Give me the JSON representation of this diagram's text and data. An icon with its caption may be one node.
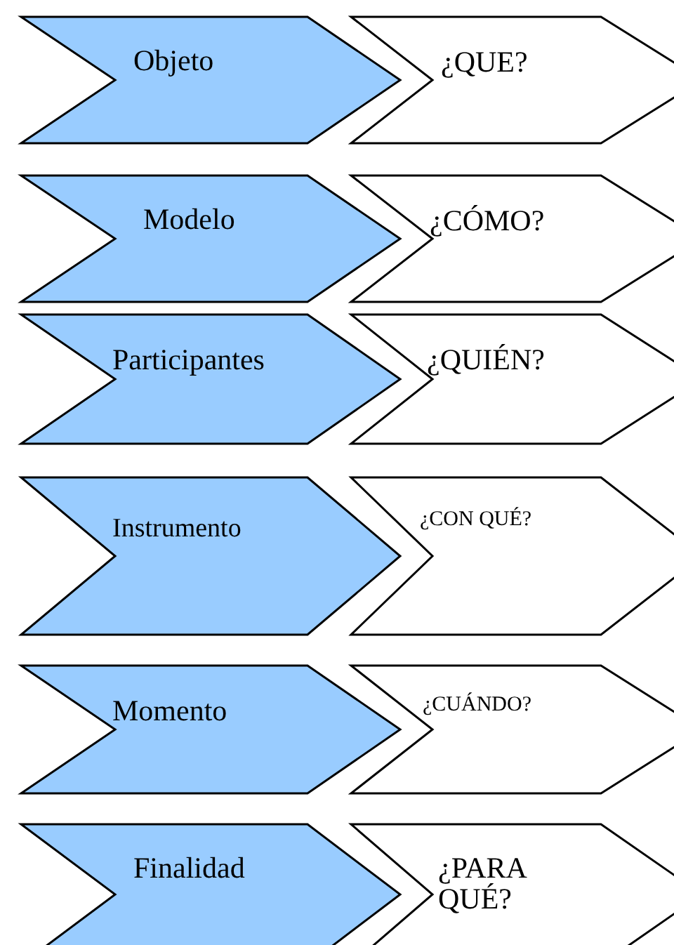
{
  "diagram": {
    "nodes": [
      {
        "text": [
          "Objeto"
        ]
      },
      {
        "text": [
          "¿QUE?"
        ]
      },
      {
        "text": [
          "Modelo"
        ]
      },
      {
        "text": [
          "¿CÓMO?"
        ]
      },
      {
        "text": [
          "Participantes"
        ]
      },
      {
        "text": [
          "¿QUIÉN?"
        ]
      },
      {
        "text": [
          "Instrumento"
        ]
      },
      {
        "text": [
          "¿CON QUÉ?"
        ]
      },
      {
        "text": [
          "Momento"
        ]
      },
      {
        "text": [
          "¿CUÁNDO?"
        ]
      },
      {
        "text": [
          "Finalidad"
        ]
      },
      {
        "text": [
          "¿PARA QUÉ?"
        ]
      }
    ]
  }
}
